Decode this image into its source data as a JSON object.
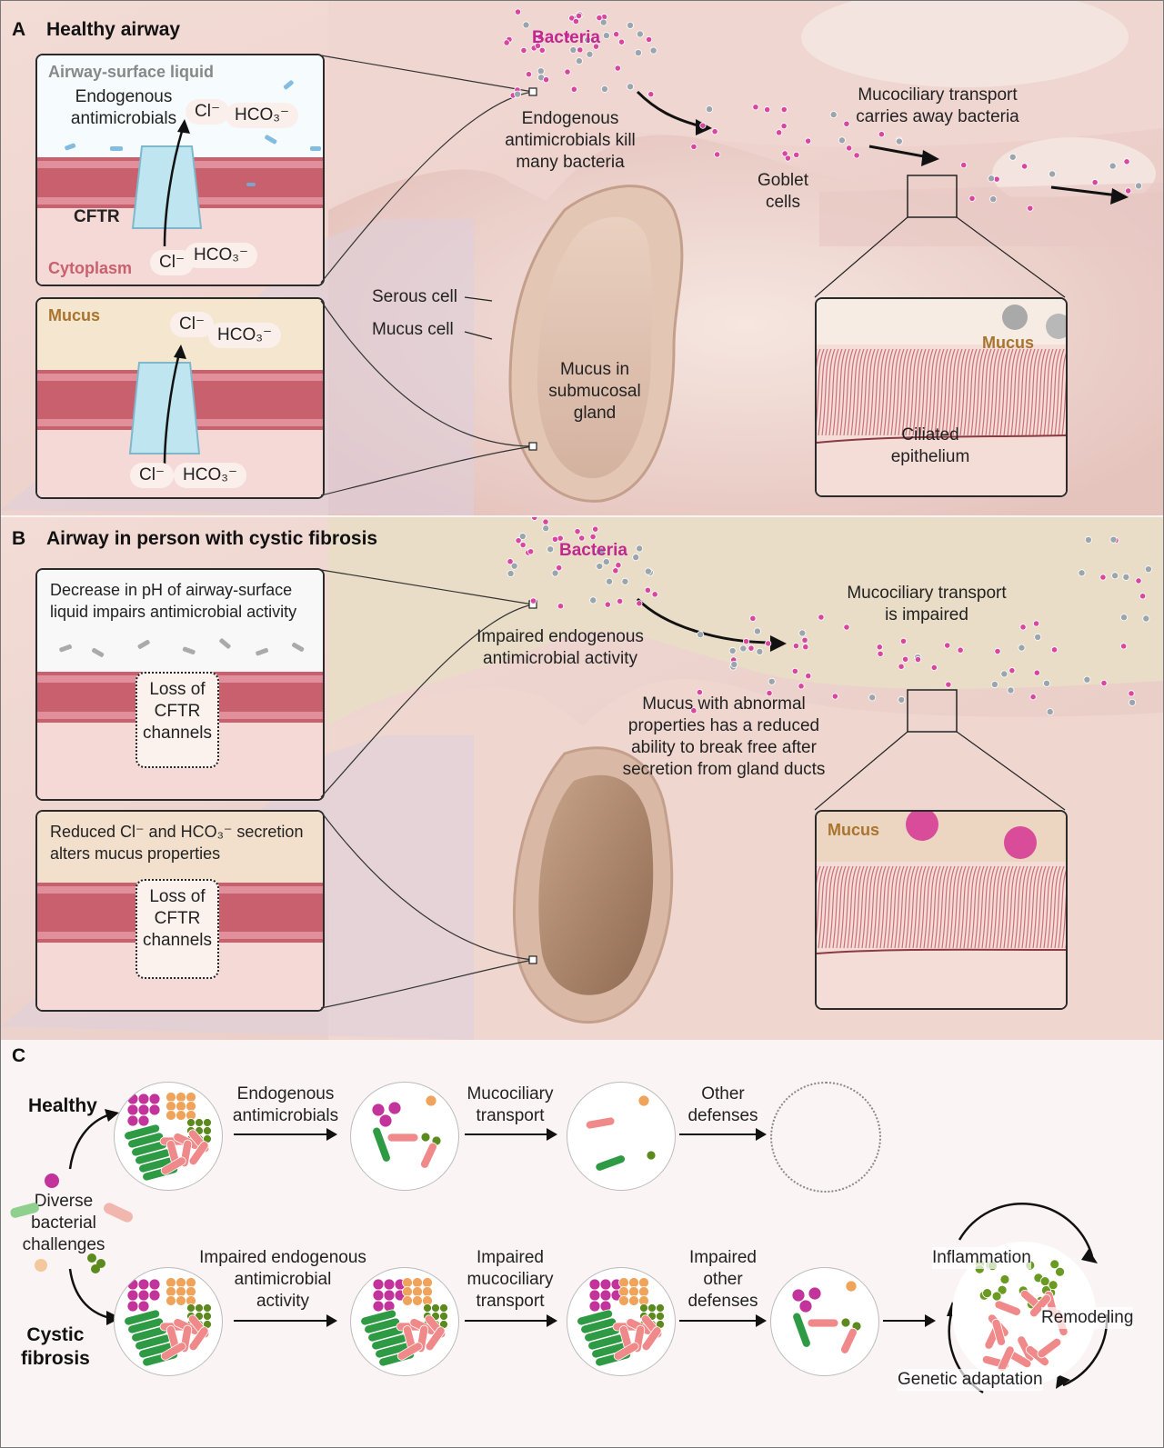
{
  "panel_a": {
    "letter": "A",
    "title": "Healthy airway",
    "inset_top": {
      "region_label": "Airway-surface liquid",
      "endogenous_label": "Endogenous\nantimicrobials",
      "ion_cl_out": "Cl⁻",
      "ion_hco3_out": "HCO₃⁻",
      "channel_label": "CFTR",
      "ion_cl_in": "Cl⁻",
      "ion_hco3_in": "HCO₃⁻",
      "cyto_label": "Cytoplasm"
    },
    "inset_bottom": {
      "region_label": "Mucus",
      "ion_cl_out": "Cl⁻",
      "ion_hco3_out": "HCO₃⁻",
      "ion_cl_in": "Cl⁻",
      "ion_hco3_in": "HCO₃⁻"
    },
    "labels": {
      "bacteria": "Bacteria",
      "kill": "Endogenous\nantimicrobials kill\nmany bacteria",
      "transport": "Mucociliary transport\ncarries away bacteria",
      "goblet": "Goblet\ncells",
      "serous": "Serous cell",
      "mucus_cell": "Mucus cell",
      "gland": "Mucus in\nsubmucosal\ngland"
    },
    "zoom": {
      "mucus_label": "Mucus",
      "cilia_label": "Ciliated\nepithelium"
    }
  },
  "panel_b": {
    "letter": "B",
    "title": "Airway in person with cystic fibrosis",
    "inset_top": {
      "caption": "Decrease in pH of airway-surface\nliquid impairs antimicrobial activity",
      "loss": "Loss of\nCFTR\nchannels"
    },
    "inset_bottom": {
      "caption": "Reduced Cl⁻ and HCO₃⁻ secretion\nalters mucus properties",
      "loss": "Loss of\nCFTR\nchannels"
    },
    "labels": {
      "bacteria": "Bacteria",
      "impaired_activity": "Impaired endogenous\nantimicrobial activity",
      "transport": "Mucociliary transport\nis impaired",
      "abnormal": "Mucus with abnormal\nproperties has a reduced\nability to break free after\nsecretion from gland ducts"
    },
    "zoom": {
      "mucus_label": "Mucus"
    }
  },
  "panel_c": {
    "letter": "C",
    "healthy_label": "Healthy",
    "cf_label": "Cystic\nfibrosis",
    "diverse_label": "Diverse\nbacterial\nchallenges",
    "healthy_steps": [
      "Endogenous\nantimicrobials",
      "Mucociliary\ntransport",
      "Other\ndefenses"
    ],
    "cf_steps": [
      "Impaired endogenous\nantimicrobial\nactivity",
      "Impaired\nmucociliary\ntransport",
      "Impaired\nother\ndefenses"
    ],
    "cycle": {
      "inflammation": "Inflammation",
      "remodeling": "Remodeling",
      "adaptation": "Genetic adaptation"
    }
  },
  "colors": {
    "bacteria_magenta": "#c0288f",
    "mucus_label": "#a8742e",
    "membrane": "#c9606e",
    "gray_label": "#888888"
  }
}
